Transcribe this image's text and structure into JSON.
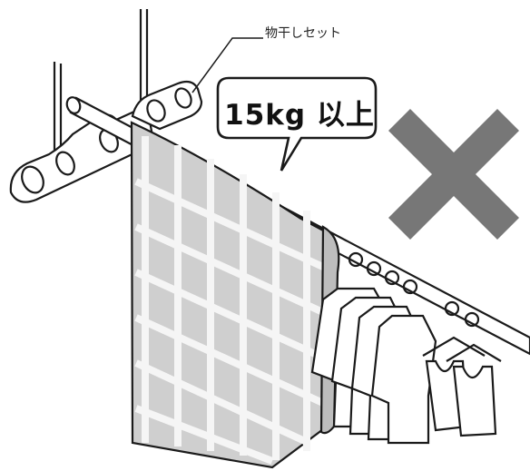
{
  "callout_label": "物干しセット",
  "warning_text": "15kg 以上",
  "prohibition_mark": "cross",
  "colors": {
    "line": "#1a1a1a",
    "towel": "#cfcfcf",
    "grid": "#f5f5f5",
    "mark": "#777777"
  }
}
